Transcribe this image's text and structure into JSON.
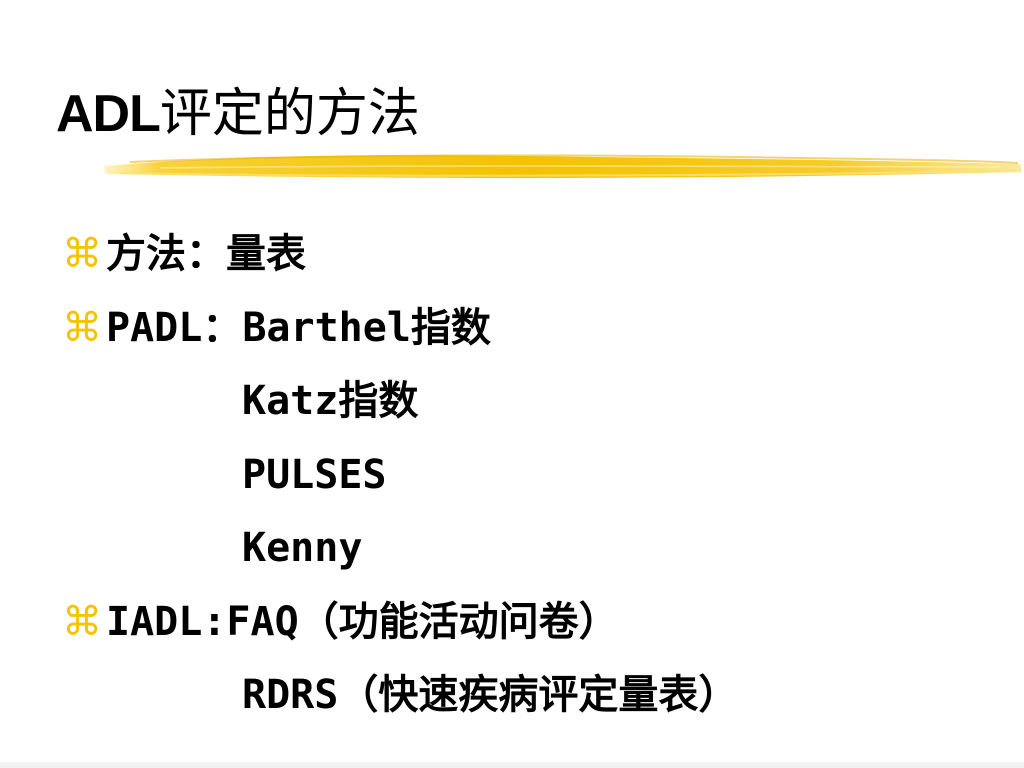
{
  "slide": {
    "title_latin": "ADL",
    "title_cjk": "评定的方法",
    "bullet_symbol": "⌘",
    "accent_color": "#f5c400",
    "lines": [
      {
        "bullet": true,
        "text": "方法：量表"
      },
      {
        "bullet": true,
        "text": "PADL：Barthel指数"
      },
      {
        "bullet": false,
        "text": "Katz指数"
      },
      {
        "bullet": false,
        "text": "PULSES"
      },
      {
        "bullet": false,
        "text": "Kenny"
      },
      {
        "bullet": true,
        "text": "IADL:FAQ（功能活动问卷）"
      },
      {
        "bullet": false,
        "text": "RDRS（快速疾病评定量表）"
      }
    ]
  }
}
